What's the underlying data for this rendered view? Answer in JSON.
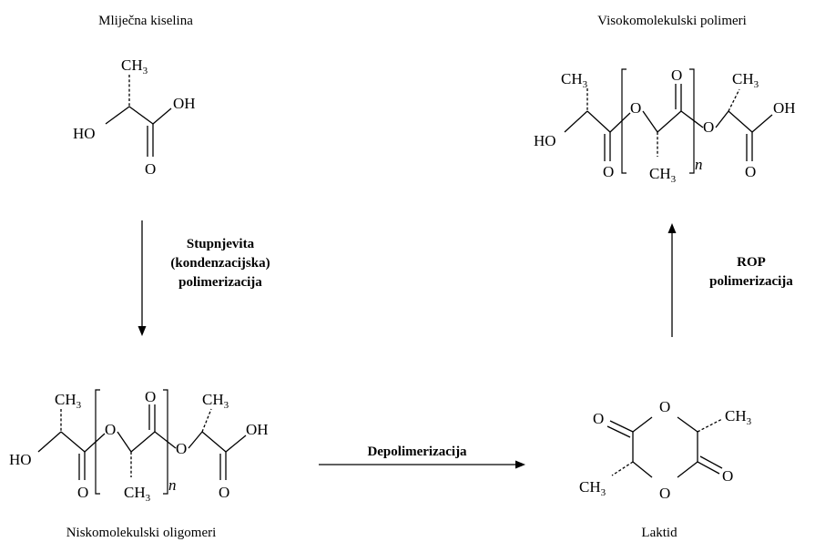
{
  "titles": {
    "lactic_acid": "Mliječna kiselina",
    "high_polymer": "Visokomolekulski polimeri",
    "oligomers": "Niskomolekulski oligomeri",
    "lactide": "Laktid"
  },
  "arrows": {
    "step": [
      "Stupnjevita",
      "(kondenzacijska)",
      "polimerizacija"
    ],
    "depoly": "Depolimerizacija",
    "rop": [
      "ROP",
      "polimerizacija"
    ]
  },
  "atoms": {
    "ch3": "CH",
    "sub3": "3",
    "oh": "OH",
    "ho": "HO",
    "o": "O",
    "n": "n"
  }
}
